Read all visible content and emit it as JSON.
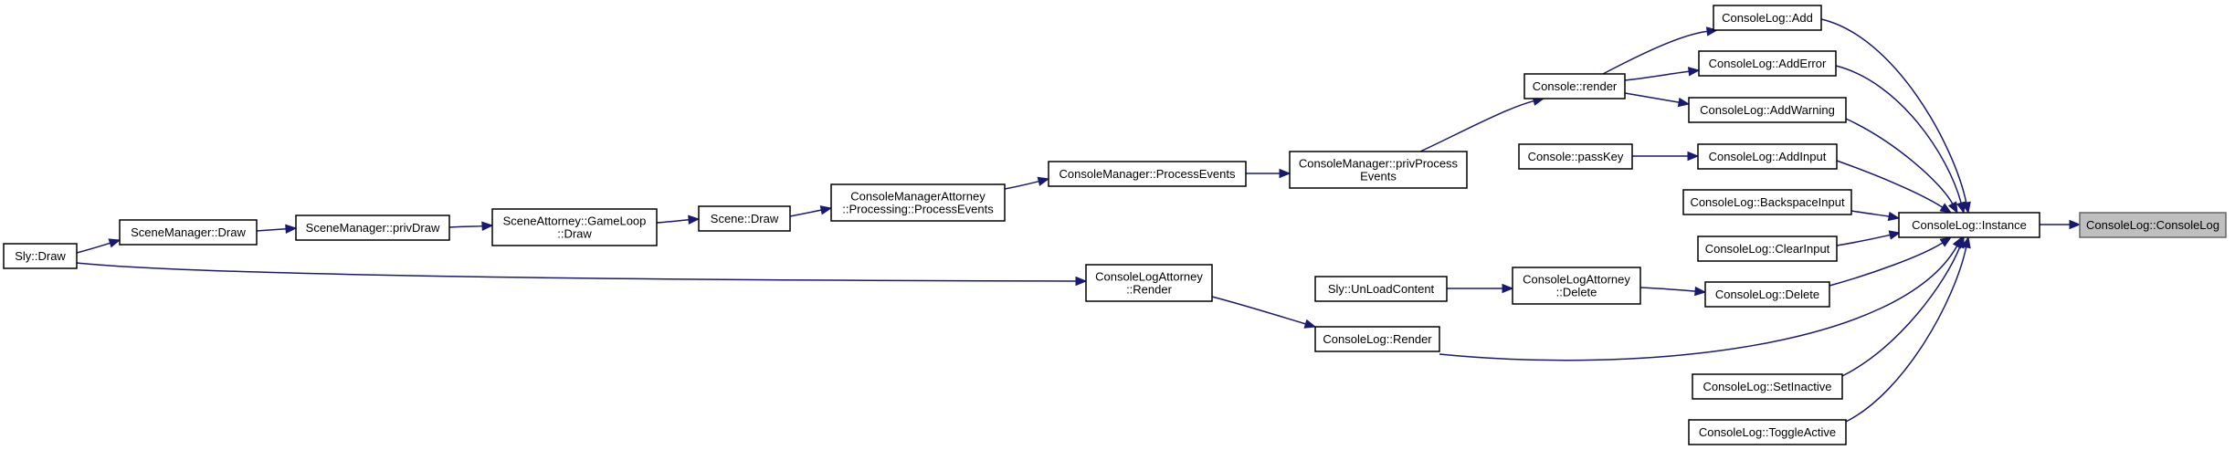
{
  "nodes": {
    "consolelog_consolelog": {
      "lines": [
        "ConsoleLog::ConsoleLog"
      ],
      "root": true
    },
    "consolelog_instance": {
      "lines": [
        "ConsoleLog::Instance"
      ]
    },
    "consolelog_add": {
      "lines": [
        "ConsoleLog::Add"
      ]
    },
    "consolelog_adderror": {
      "lines": [
        "ConsoleLog::AddError"
      ]
    },
    "consolelog_addwarning": {
      "lines": [
        "ConsoleLog::AddWarning"
      ]
    },
    "consolelog_addinput": {
      "lines": [
        "ConsoleLog::AddInput"
      ]
    },
    "consolelog_backspaceinput": {
      "lines": [
        "ConsoleLog::BackspaceInput"
      ]
    },
    "consolelog_clearinput": {
      "lines": [
        "ConsoleLog::ClearInput"
      ]
    },
    "consolelog_delete": {
      "lines": [
        "ConsoleLog::Delete"
      ]
    },
    "consolelog_render": {
      "lines": [
        "ConsoleLog::Render"
      ]
    },
    "consolelog_setinactive": {
      "lines": [
        "ConsoleLog::SetInactive"
      ]
    },
    "consolelog_toggleactive": {
      "lines": [
        "ConsoleLog::ToggleActive"
      ]
    },
    "console_render": {
      "lines": [
        "Console::render"
      ]
    },
    "console_passkey": {
      "lines": [
        "Console::passKey"
      ]
    },
    "consolelogattorney_delete": {
      "lines": [
        "ConsoleLogAttorney",
        "::Delete"
      ]
    },
    "sly_unloadcontent": {
      "lines": [
        "Sly::UnLoadContent"
      ]
    },
    "consolelogattorney_render": {
      "lines": [
        "ConsoleLogAttorney",
        "::Render"
      ]
    },
    "consolemanager_privprocessevents": {
      "lines": [
        "ConsoleManager::privProcess",
        "Events"
      ]
    },
    "consolemanager_processevents": {
      "lines": [
        "ConsoleManager::ProcessEvents"
      ]
    },
    "consolemanagerattorney_processing": {
      "lines": [
        "ConsoleManagerAttorney",
        "::Processing::ProcessEvents"
      ]
    },
    "scene_draw": {
      "lines": [
        "Scene::Draw"
      ]
    },
    "sceneattorney_gameloop_draw": {
      "lines": [
        "SceneAttorney::GameLoop",
        "::Draw"
      ]
    },
    "scenemanager_privdraw": {
      "lines": [
        "SceneManager::privDraw"
      ]
    },
    "scenemanager_draw": {
      "lines": [
        "SceneManager::Draw"
      ]
    },
    "sly_draw": {
      "lines": [
        "Sly::Draw"
      ]
    }
  },
  "edges": [
    {
      "from": "consolelog_instance",
      "to": "consolelog_consolelog"
    },
    {
      "from": "consolelog_add",
      "to": "consolelog_instance"
    },
    {
      "from": "consolelog_adderror",
      "to": "consolelog_instance"
    },
    {
      "from": "consolelog_addwarning",
      "to": "consolelog_instance"
    },
    {
      "from": "consolelog_addinput",
      "to": "consolelog_instance"
    },
    {
      "from": "consolelog_backspaceinput",
      "to": "consolelog_instance"
    },
    {
      "from": "consolelog_clearinput",
      "to": "consolelog_instance"
    },
    {
      "from": "consolelog_delete",
      "to": "consolelog_instance"
    },
    {
      "from": "consolelog_render",
      "to": "consolelog_instance"
    },
    {
      "from": "consolelog_setinactive",
      "to": "consolelog_instance"
    },
    {
      "from": "consolelog_toggleactive",
      "to": "consolelog_instance"
    },
    {
      "from": "console_render",
      "to": "consolelog_add"
    },
    {
      "from": "console_render",
      "to": "consolelog_adderror"
    },
    {
      "from": "console_render",
      "to": "consolelog_addwarning"
    },
    {
      "from": "console_passkey",
      "to": "consolelog_addinput"
    },
    {
      "from": "consolelogattorney_delete",
      "to": "consolelog_delete"
    },
    {
      "from": "sly_unloadcontent",
      "to": "consolelogattorney_delete"
    },
    {
      "from": "consolelogattorney_render",
      "to": "consolelog_render"
    },
    {
      "from": "sly_draw",
      "to": "consolelogattorney_render"
    },
    {
      "from": "consolemanager_privprocessevents",
      "to": "console_render"
    },
    {
      "from": "consolemanager_processevents",
      "to": "consolemanager_privprocessevents"
    },
    {
      "from": "consolemanagerattorney_processing",
      "to": "consolemanager_processevents"
    },
    {
      "from": "scene_draw",
      "to": "consolemanagerattorney_processing"
    },
    {
      "from": "sceneattorney_gameloop_draw",
      "to": "scene_draw"
    },
    {
      "from": "scenemanager_privdraw",
      "to": "sceneattorney_gameloop_draw"
    },
    {
      "from": "scenemanager_draw",
      "to": "scenemanager_privdraw"
    },
    {
      "from": "sly_draw",
      "to": "scenemanager_draw"
    }
  ],
  "colors": {
    "edge": "#191970",
    "root_fill": "#bfbfbf",
    "node_fill": "#ffffff",
    "node_border": "#000000"
  }
}
